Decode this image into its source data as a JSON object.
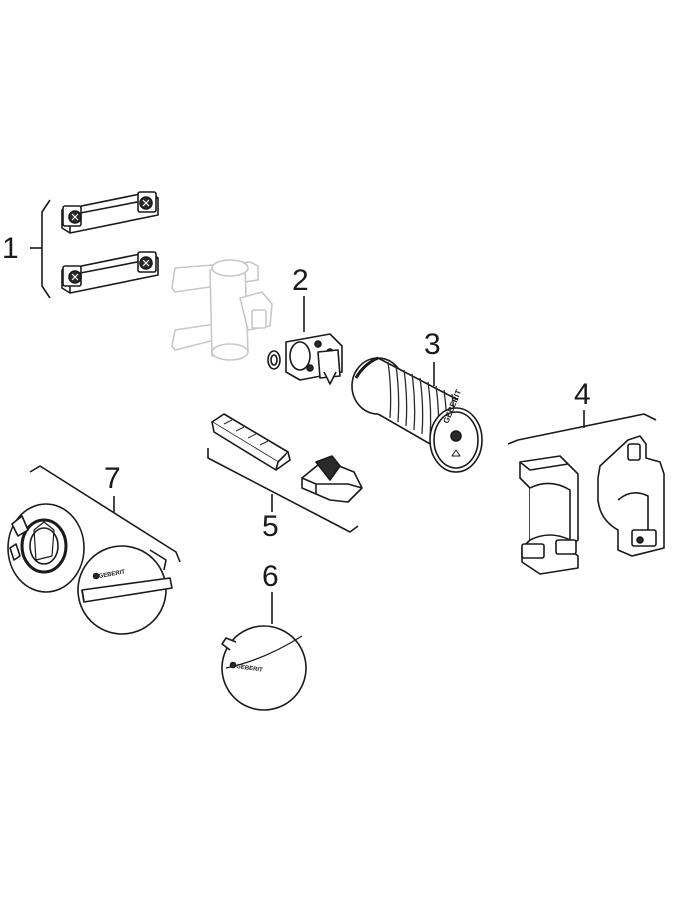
{
  "callouts": {
    "c1": "1",
    "c2": "2",
    "c3": "3",
    "c4": "4",
    "c5": "5",
    "c6": "6",
    "c7": "7"
  },
  "brand": {
    "label": "GEBERIT"
  },
  "colors": {
    "line": "#1a1a1a",
    "ghost": "#c8c8c8",
    "fill": "#ffffff",
    "dark": "#2a2a2a"
  }
}
